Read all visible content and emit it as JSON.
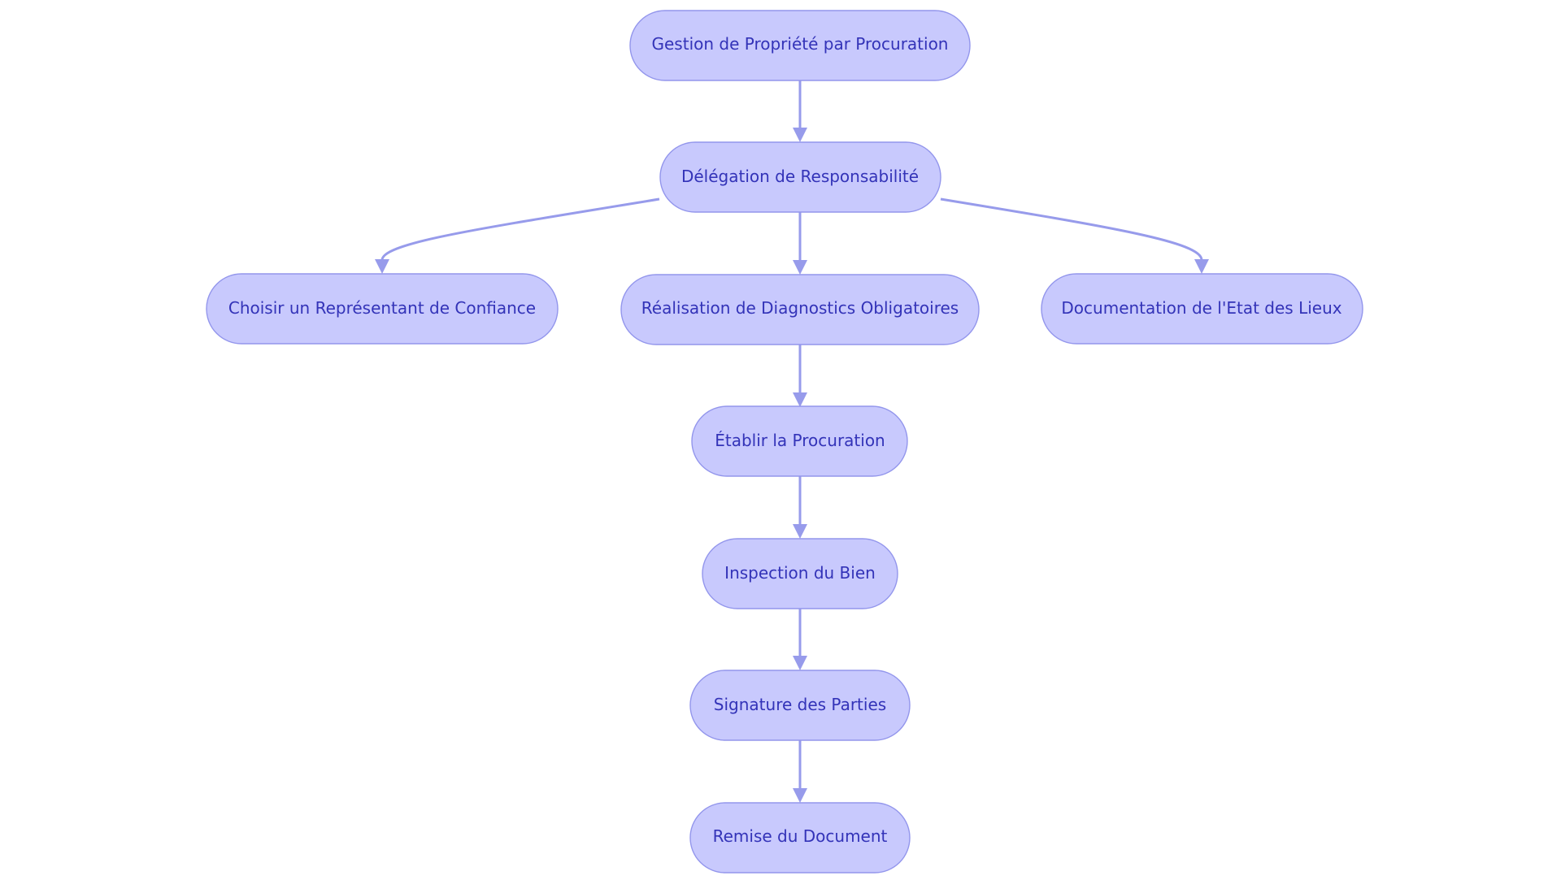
{
  "colors": {
    "node_fill": "#c8c9fd",
    "node_border": "#9396ec",
    "node_text": "#3333b8",
    "edge": "#979beb",
    "background": "#ffffff"
  },
  "nodes": [
    {
      "id": "gestion",
      "label": "Gestion de Propriété par Procuration"
    },
    {
      "id": "delegation",
      "label": "Délégation de Responsabilité"
    },
    {
      "id": "choisir",
      "label": "Choisir un Représentant de Confiance"
    },
    {
      "id": "realisation",
      "label": "Réalisation de Diagnostics Obligatoires"
    },
    {
      "id": "documentation",
      "label": "Documentation de l'Etat des Lieux"
    },
    {
      "id": "etablir",
      "label": "Établir la Procuration"
    },
    {
      "id": "inspection",
      "label": "Inspection du Bien"
    },
    {
      "id": "signature",
      "label": "Signature des Parties"
    },
    {
      "id": "remise",
      "label": "Remise du Document"
    }
  ],
  "edges": [
    {
      "from": "gestion",
      "to": "delegation"
    },
    {
      "from": "delegation",
      "to": "choisir"
    },
    {
      "from": "delegation",
      "to": "realisation"
    },
    {
      "from": "delegation",
      "to": "documentation"
    },
    {
      "from": "realisation",
      "to": "etablir"
    },
    {
      "from": "etablir",
      "to": "inspection"
    },
    {
      "from": "inspection",
      "to": "signature"
    },
    {
      "from": "signature",
      "to": "remise"
    }
  ]
}
